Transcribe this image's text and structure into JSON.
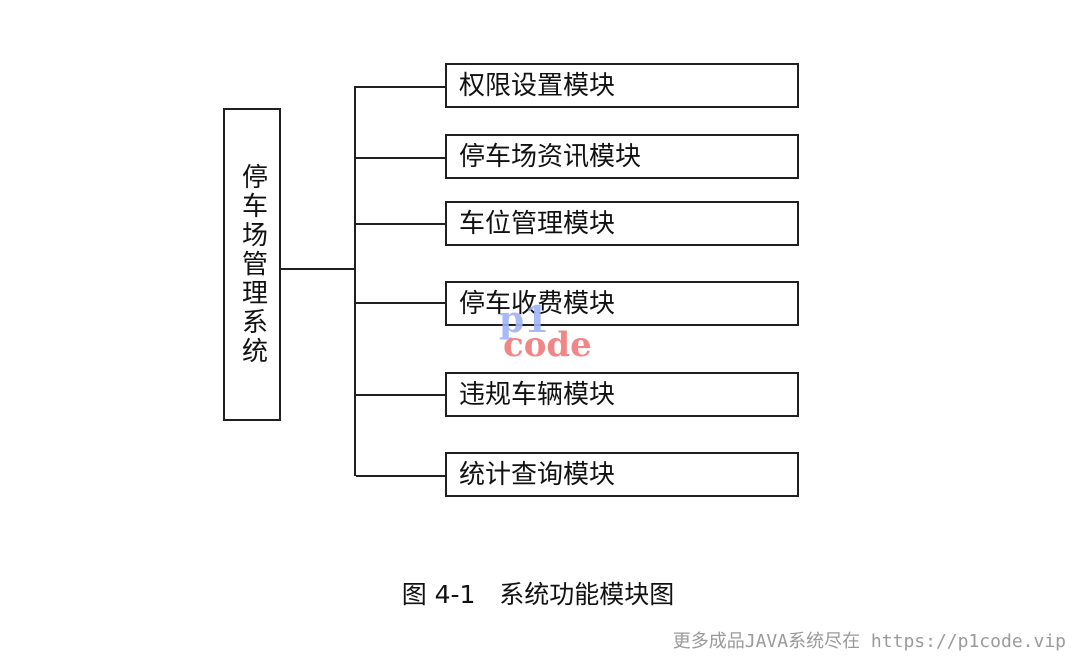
{
  "diagram": {
    "root_label": "停车场管理系统",
    "modules": [
      "权限设置模块",
      "停车场资讯模块",
      "车位管理模块",
      "停车收费模块",
      "违规车辆模块",
      "统计查询模块"
    ],
    "caption": "图 4-1   系统功能模块图"
  },
  "watermark": {
    "logo_top": "p1",
    "logo_bottom": "code",
    "footer_text": "更多成品JAVA系统尽在 https://p1code.vip"
  }
}
